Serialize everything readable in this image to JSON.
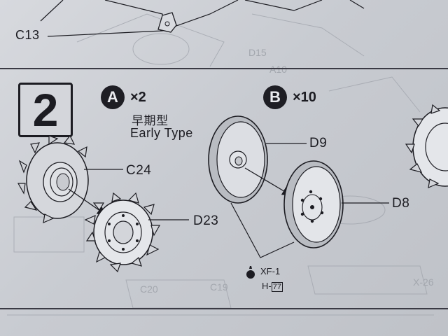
{
  "top_part": {
    "label": "C13"
  },
  "step": {
    "number": "2",
    "variant_a": {
      "letter": "A",
      "quantity": "×2",
      "name_jp": "早期型",
      "name_en": "Early Type"
    },
    "variant_b": {
      "letter": "B",
      "quantity": "×10"
    }
  },
  "parts": {
    "c24": "C24",
    "d23": "D23",
    "d9": "D9",
    "d8": "D8"
  },
  "paint": {
    "code": "XF-1",
    "ref_prefix": "H-",
    "ref_number": "77"
  },
  "background_ghost_labels": [
    "D15",
    "A10",
    "C20",
    "C19",
    "X-26"
  ]
}
